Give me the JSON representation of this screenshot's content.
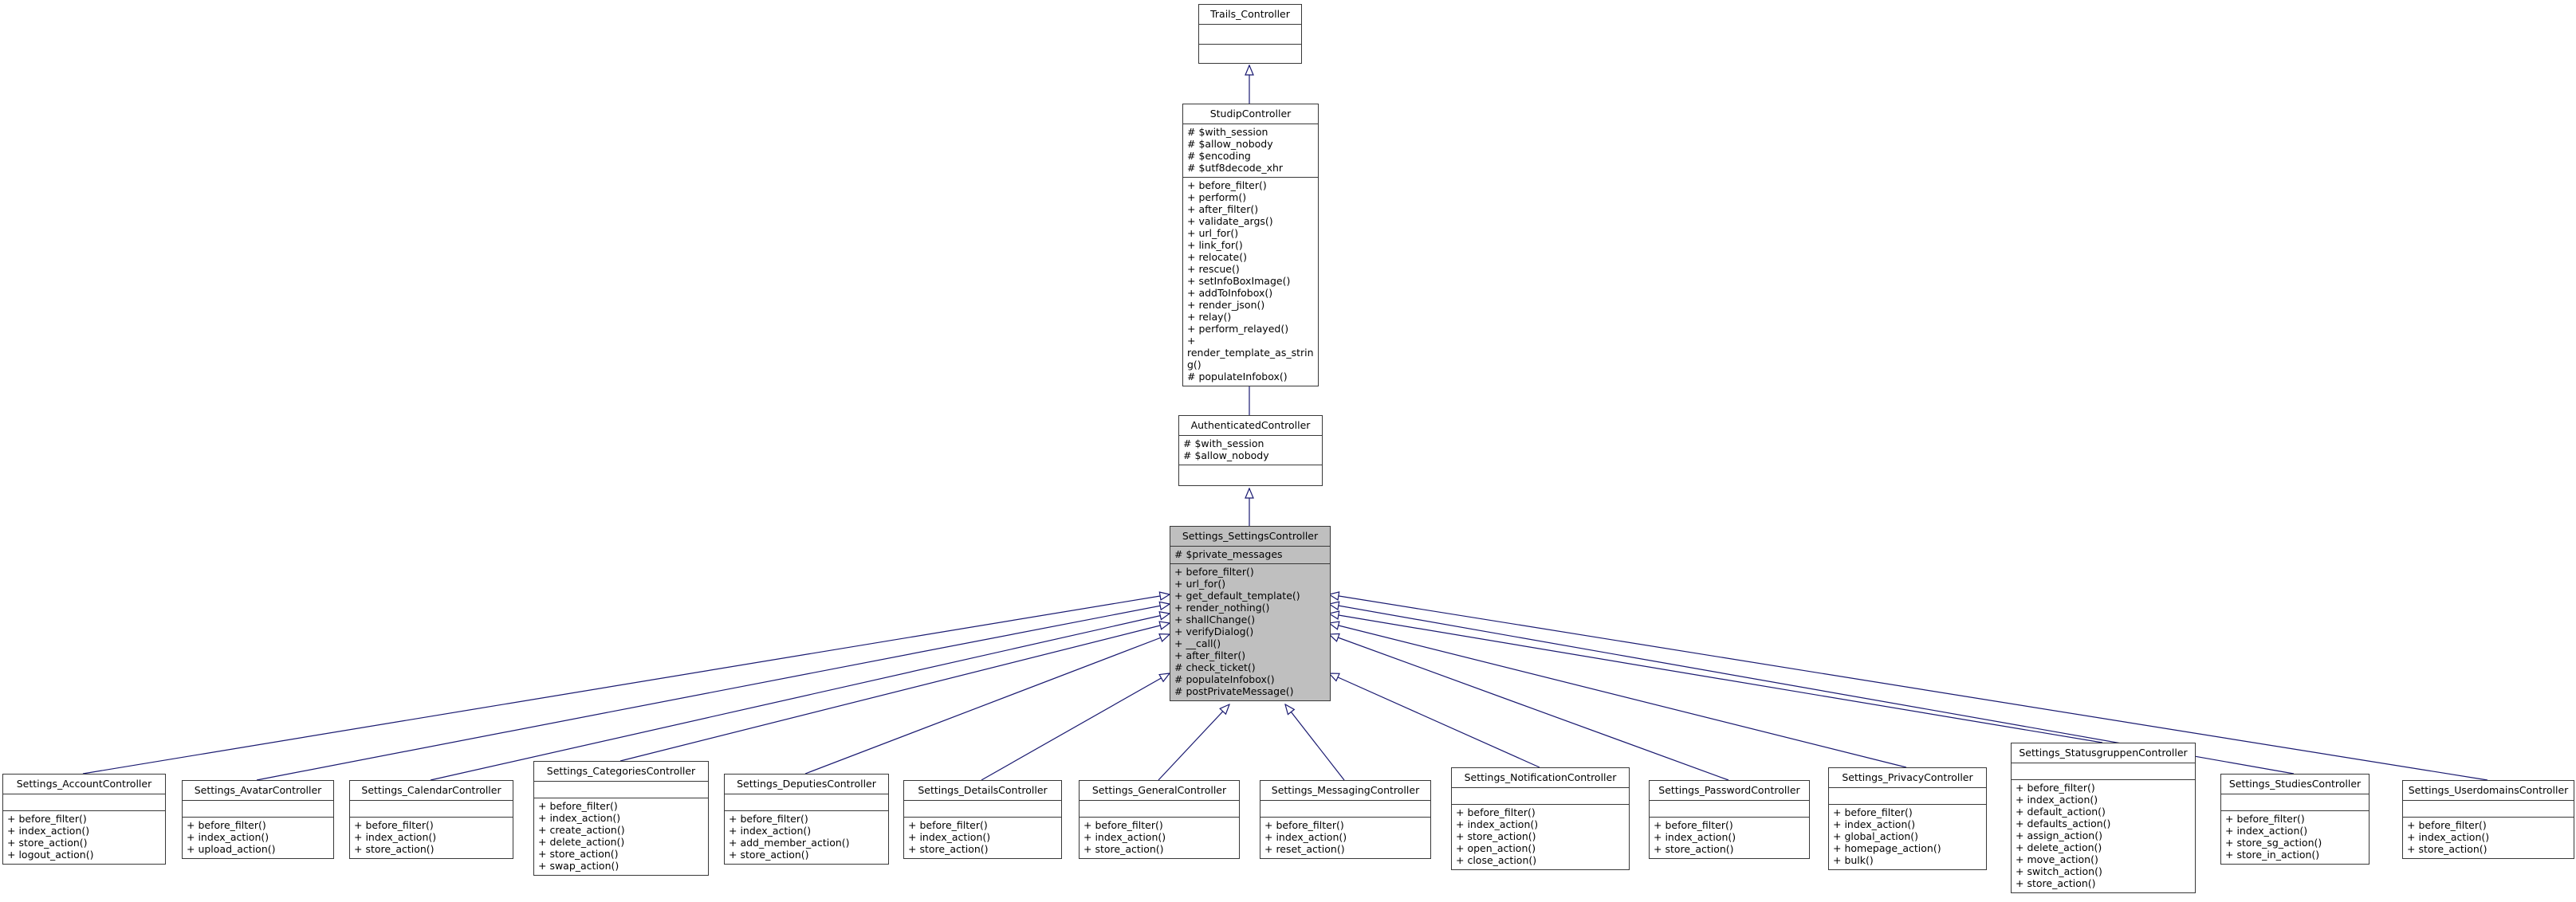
{
  "diagram": {
    "type": "uml-class-inheritance",
    "classes": [
      {
        "id": "trails",
        "name": "Trails_Controller",
        "highlighted": false,
        "attributes": [],
        "methods": []
      },
      {
        "id": "studip",
        "name": "StudipController",
        "highlighted": false,
        "attributes": [
          "# $with_session",
          "# $allow_nobody",
          "# $encoding",
          "# $utf8decode_xhr"
        ],
        "methods": [
          "+ before_filter()",
          "+ perform()",
          "+ after_filter()",
          "+ validate_args()",
          "+ url_for()",
          "+ link_for()",
          "+ relocate()",
          "+ rescue()",
          "+ setInfoBoxImage()",
          "+ addToInfobox()",
          "+ render_json()",
          "+ relay()",
          "+ perform_relayed()",
          "+ render_template_as_string()",
          "# populateInfobox()"
        ]
      },
      {
        "id": "auth",
        "name": "AuthenticatedController",
        "highlighted": false,
        "attributes": [
          "# $with_session",
          "# $allow_nobody"
        ],
        "methods": []
      },
      {
        "id": "settings",
        "name": "Settings_SettingsController",
        "highlighted": true,
        "attributes": [
          "# $private_messages"
        ],
        "methods": [
          "+ before_filter()",
          "+ url_for()",
          "+ get_default_template()",
          "+ render_nothing()",
          "+ shallChange()",
          "+ verifyDialog()",
          "+ __call()",
          "+ after_filter()",
          "# check_ticket()",
          "# populateInfobox()",
          "# postPrivateMessage()"
        ]
      },
      {
        "id": "account",
        "name": "Settings_AccountController",
        "highlighted": false,
        "attributes": [],
        "methods": [
          "+ before_filter()",
          "+ index_action()",
          "+ store_action()",
          "+ logout_action()"
        ]
      },
      {
        "id": "avatar",
        "name": "Settings_AvatarController",
        "highlighted": false,
        "attributes": [],
        "methods": [
          "+ before_filter()",
          "+ index_action()",
          "+ upload_action()"
        ]
      },
      {
        "id": "calendar",
        "name": "Settings_CalendarController",
        "highlighted": false,
        "attributes": [],
        "methods": [
          "+ before_filter()",
          "+ index_action()",
          "+ store_action()"
        ]
      },
      {
        "id": "categories",
        "name": "Settings_CategoriesController",
        "highlighted": false,
        "attributes": [],
        "methods": [
          "+ before_filter()",
          "+ index_action()",
          "+ create_action()",
          "+ delete_action()",
          "+ store_action()",
          "+ swap_action()"
        ]
      },
      {
        "id": "deputies",
        "name": "Settings_DeputiesController",
        "highlighted": false,
        "attributes": [],
        "methods": [
          "+ before_filter()",
          "+ index_action()",
          "+ add_member_action()",
          "+ store_action()"
        ]
      },
      {
        "id": "details",
        "name": "Settings_DetailsController",
        "highlighted": false,
        "attributes": [],
        "methods": [
          "+ before_filter()",
          "+ index_action()",
          "+ store_action()"
        ]
      },
      {
        "id": "general",
        "name": "Settings_GeneralController",
        "highlighted": false,
        "attributes": [],
        "methods": [
          "+ before_filter()",
          "+ index_action()",
          "+ store_action()"
        ]
      },
      {
        "id": "messaging",
        "name": "Settings_MessagingController",
        "highlighted": false,
        "attributes": [],
        "methods": [
          "+ before_filter()",
          "+ index_action()",
          "+ reset_action()"
        ]
      },
      {
        "id": "notification",
        "name": "Settings_NotificationController",
        "highlighted": false,
        "attributes": [],
        "methods": [
          "+ before_filter()",
          "+ index_action()",
          "+ store_action()",
          "+ open_action()",
          "+ close_action()"
        ]
      },
      {
        "id": "password",
        "name": "Settings_PasswordController",
        "highlighted": false,
        "attributes": [],
        "methods": [
          "+ before_filter()",
          "+ index_action()",
          "+ store_action()"
        ]
      },
      {
        "id": "privacy",
        "name": "Settings_PrivacyController",
        "highlighted": false,
        "attributes": [],
        "methods": [
          "+ before_filter()",
          "+ index_action()",
          "+ global_action()",
          "+ homepage_action()",
          "+ bulk()"
        ]
      },
      {
        "id": "statusgruppen",
        "name": "Settings_StatusgruppenController",
        "highlighted": false,
        "attributes": [],
        "methods": [
          "+ before_filter()",
          "+ index_action()",
          "+ default_action()",
          "+ defaults_action()",
          "+ assign_action()",
          "+ delete_action()",
          "+ move_action()",
          "+ switch_action()",
          "+ store_action()"
        ]
      },
      {
        "id": "studies",
        "name": "Settings_StudiesController",
        "highlighted": false,
        "attributes": [],
        "methods": [
          "+ before_filter()",
          "+ index_action()",
          "+ store_sg_action()",
          "+ store_in_action()"
        ]
      },
      {
        "id": "userdomains",
        "name": "Settings_UserdomainsController",
        "highlighted": false,
        "attributes": [],
        "methods": [
          "+ before_filter()",
          "+ index_action()",
          "+ store_action()"
        ]
      }
    ]
  },
  "colors": {
    "arrow": "#191970",
    "highlight_fill": "#bfbfbf",
    "node_fill": "#ffffff",
    "border": "#383838",
    "text": "#000000",
    "background": "#ffffff"
  }
}
